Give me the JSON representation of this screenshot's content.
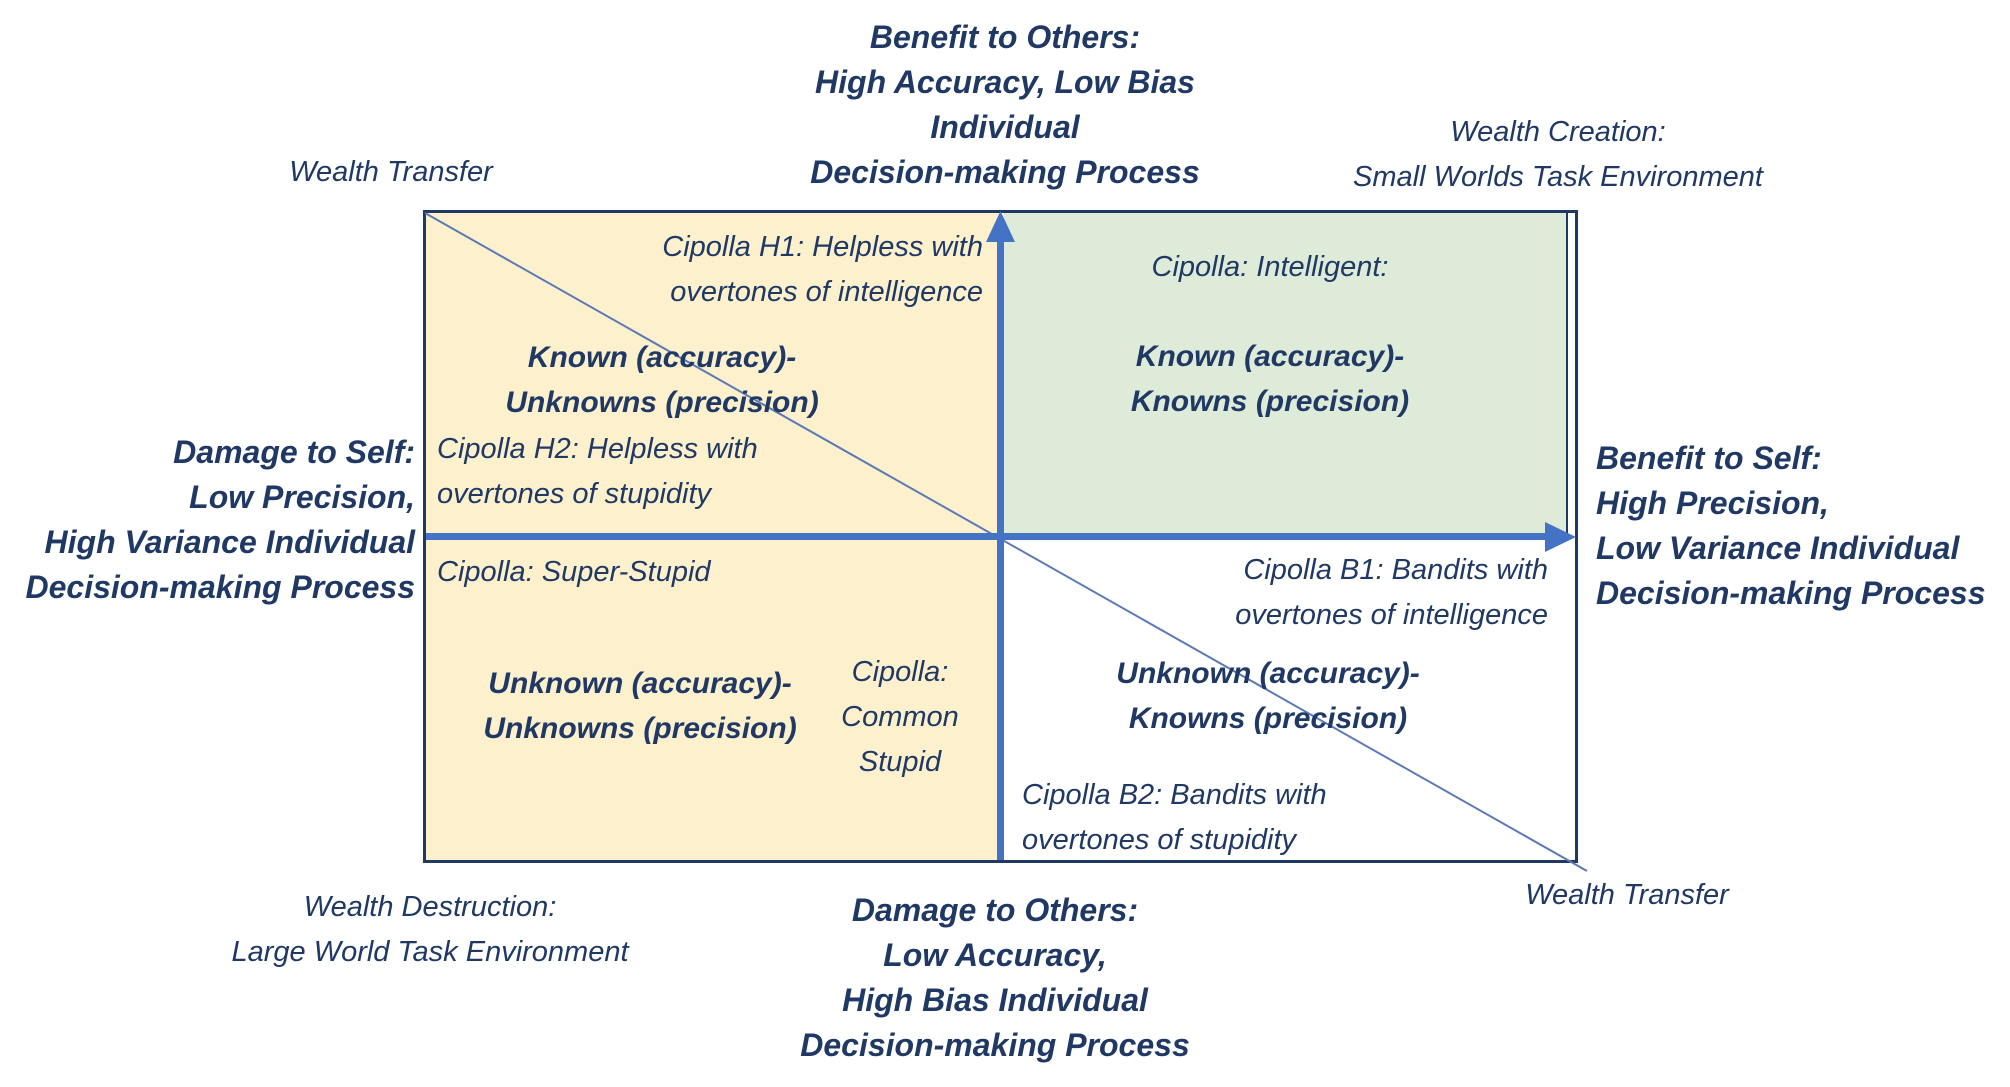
{
  "colors": {
    "background": "#FFFFFF",
    "quadrant_cream": "#FDF0CD",
    "quadrant_green": "#DFEBD9",
    "axis_blue": "#4472C4",
    "border_navy": "#1F3864",
    "text_navy": "#1F3864",
    "diagonal_blue": "#5C79B5"
  },
  "outer_labels": {
    "top_center": {
      "lines": [
        "Benefit to Others:",
        "High Accuracy, Low Bias",
        "Individual",
        "Decision-making Process"
      ]
    },
    "top_left_wealth_transfer": "Wealth Transfer",
    "top_right": {
      "lines": [
        "Wealth Creation:",
        "Small Worlds Task Environment"
      ]
    },
    "left": {
      "lines": [
        "Damage to Self:",
        "Low Precision,",
        "High Variance Individual",
        "Decision-making Process"
      ]
    },
    "right": {
      "lines": [
        "Benefit to Self:",
        "High Precision,",
        "Low Variance Individual",
        "Decision-making Process"
      ]
    },
    "bottom_left": {
      "lines": [
        "Wealth Destruction:",
        "Large World Task Environment"
      ]
    },
    "bottom_center": {
      "lines": [
        "Damage to Others:",
        "Low Accuracy,",
        "High Bias Individual",
        "Decision-making Process"
      ]
    },
    "bottom_right_wealth_transfer": "Wealth Transfer"
  },
  "quadrants": {
    "top_left": {
      "note_top": {
        "lines": [
          "Cipolla H1: Helpless with",
          "overtones of intelligence"
        ]
      },
      "heading": {
        "lines": [
          "Known (accuracy)-",
          "Unknowns (precision)"
        ]
      },
      "note_bottom": {
        "lines": [
          "Cipolla H2: Helpless with",
          "overtones of stupidity"
        ]
      }
    },
    "top_right": {
      "note_top": {
        "lines": [
          "Cipolla: Intelligent:"
        ]
      },
      "heading": {
        "lines": [
          "Known (accuracy)-",
          "Knowns (precision)"
        ]
      }
    },
    "bottom_left": {
      "note_top": {
        "lines": [
          "Cipolla: Super-Stupid"
        ]
      },
      "heading": {
        "lines": [
          "Unknown (accuracy)-",
          "Unknowns (precision)"
        ]
      },
      "note_right": {
        "lines": [
          "Cipolla:",
          "Common",
          "Stupid"
        ]
      }
    },
    "bottom_right": {
      "note_top": {
        "lines": [
          "Cipolla B1: Bandits with",
          "overtones of intelligence"
        ]
      },
      "heading": {
        "lines": [
          "Unknown (accuracy)-",
          "Knowns (precision)"
        ]
      },
      "note_bottom": {
        "lines": [
          "Cipolla B2: Bandits with",
          "overtones of stupidity"
        ]
      }
    }
  }
}
